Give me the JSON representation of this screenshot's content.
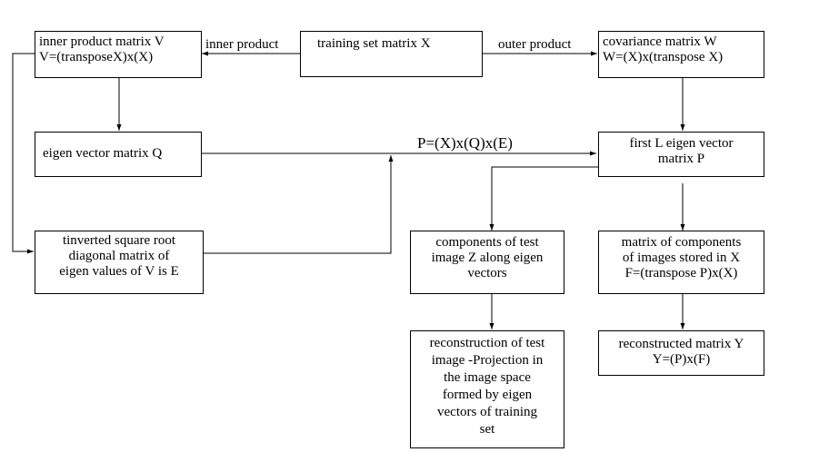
{
  "nodes": {
    "training_set": {
      "lines": [
        "training set matrix  X"
      ]
    },
    "inner_product_matrix": {
      "lines": [
        "inner product matrix V",
        "V=(transposeX)x(X)"
      ]
    },
    "covariance_matrix": {
      "lines": [
        "covariance matrix W",
        "W=(X)x(transpose X)"
      ]
    },
    "eigen_vector_matrix": {
      "lines": [
        "eigen vector matrix Q"
      ]
    },
    "first_l_eigen": {
      "lines": [
        "first L eigen vector",
        "matrix P"
      ]
    },
    "inverted_sqrt": {
      "lines": [
        "tinverted square root",
        "diagonal matrix of",
        "eigen values of V is E"
      ]
    },
    "test_components": {
      "lines": [
        "components of test",
        "image Z along eigen",
        "vectors"
      ]
    },
    "stored_components": {
      "lines": [
        "matrix of components",
        "of images stored in X",
        "F=(transpose P)x(X)"
      ]
    },
    "reconstruction_test": {
      "lines": [
        "reconstruction of test",
        "image -Projection in",
        "the image space",
        "formed by eigen",
        "vectors of training",
        "set"
      ]
    },
    "reconstructed_matrix": {
      "lines": [
        "reconstructed matrix Y",
        "Y=(P)x(F)"
      ]
    }
  },
  "edge_labels": {
    "inner_product": "inner product",
    "outer_product": "outer product",
    "p_formula": "P=(X)x(Q)x(E)"
  },
  "colors": {
    "stroke": "#000000",
    "background": "#ffffff"
  }
}
